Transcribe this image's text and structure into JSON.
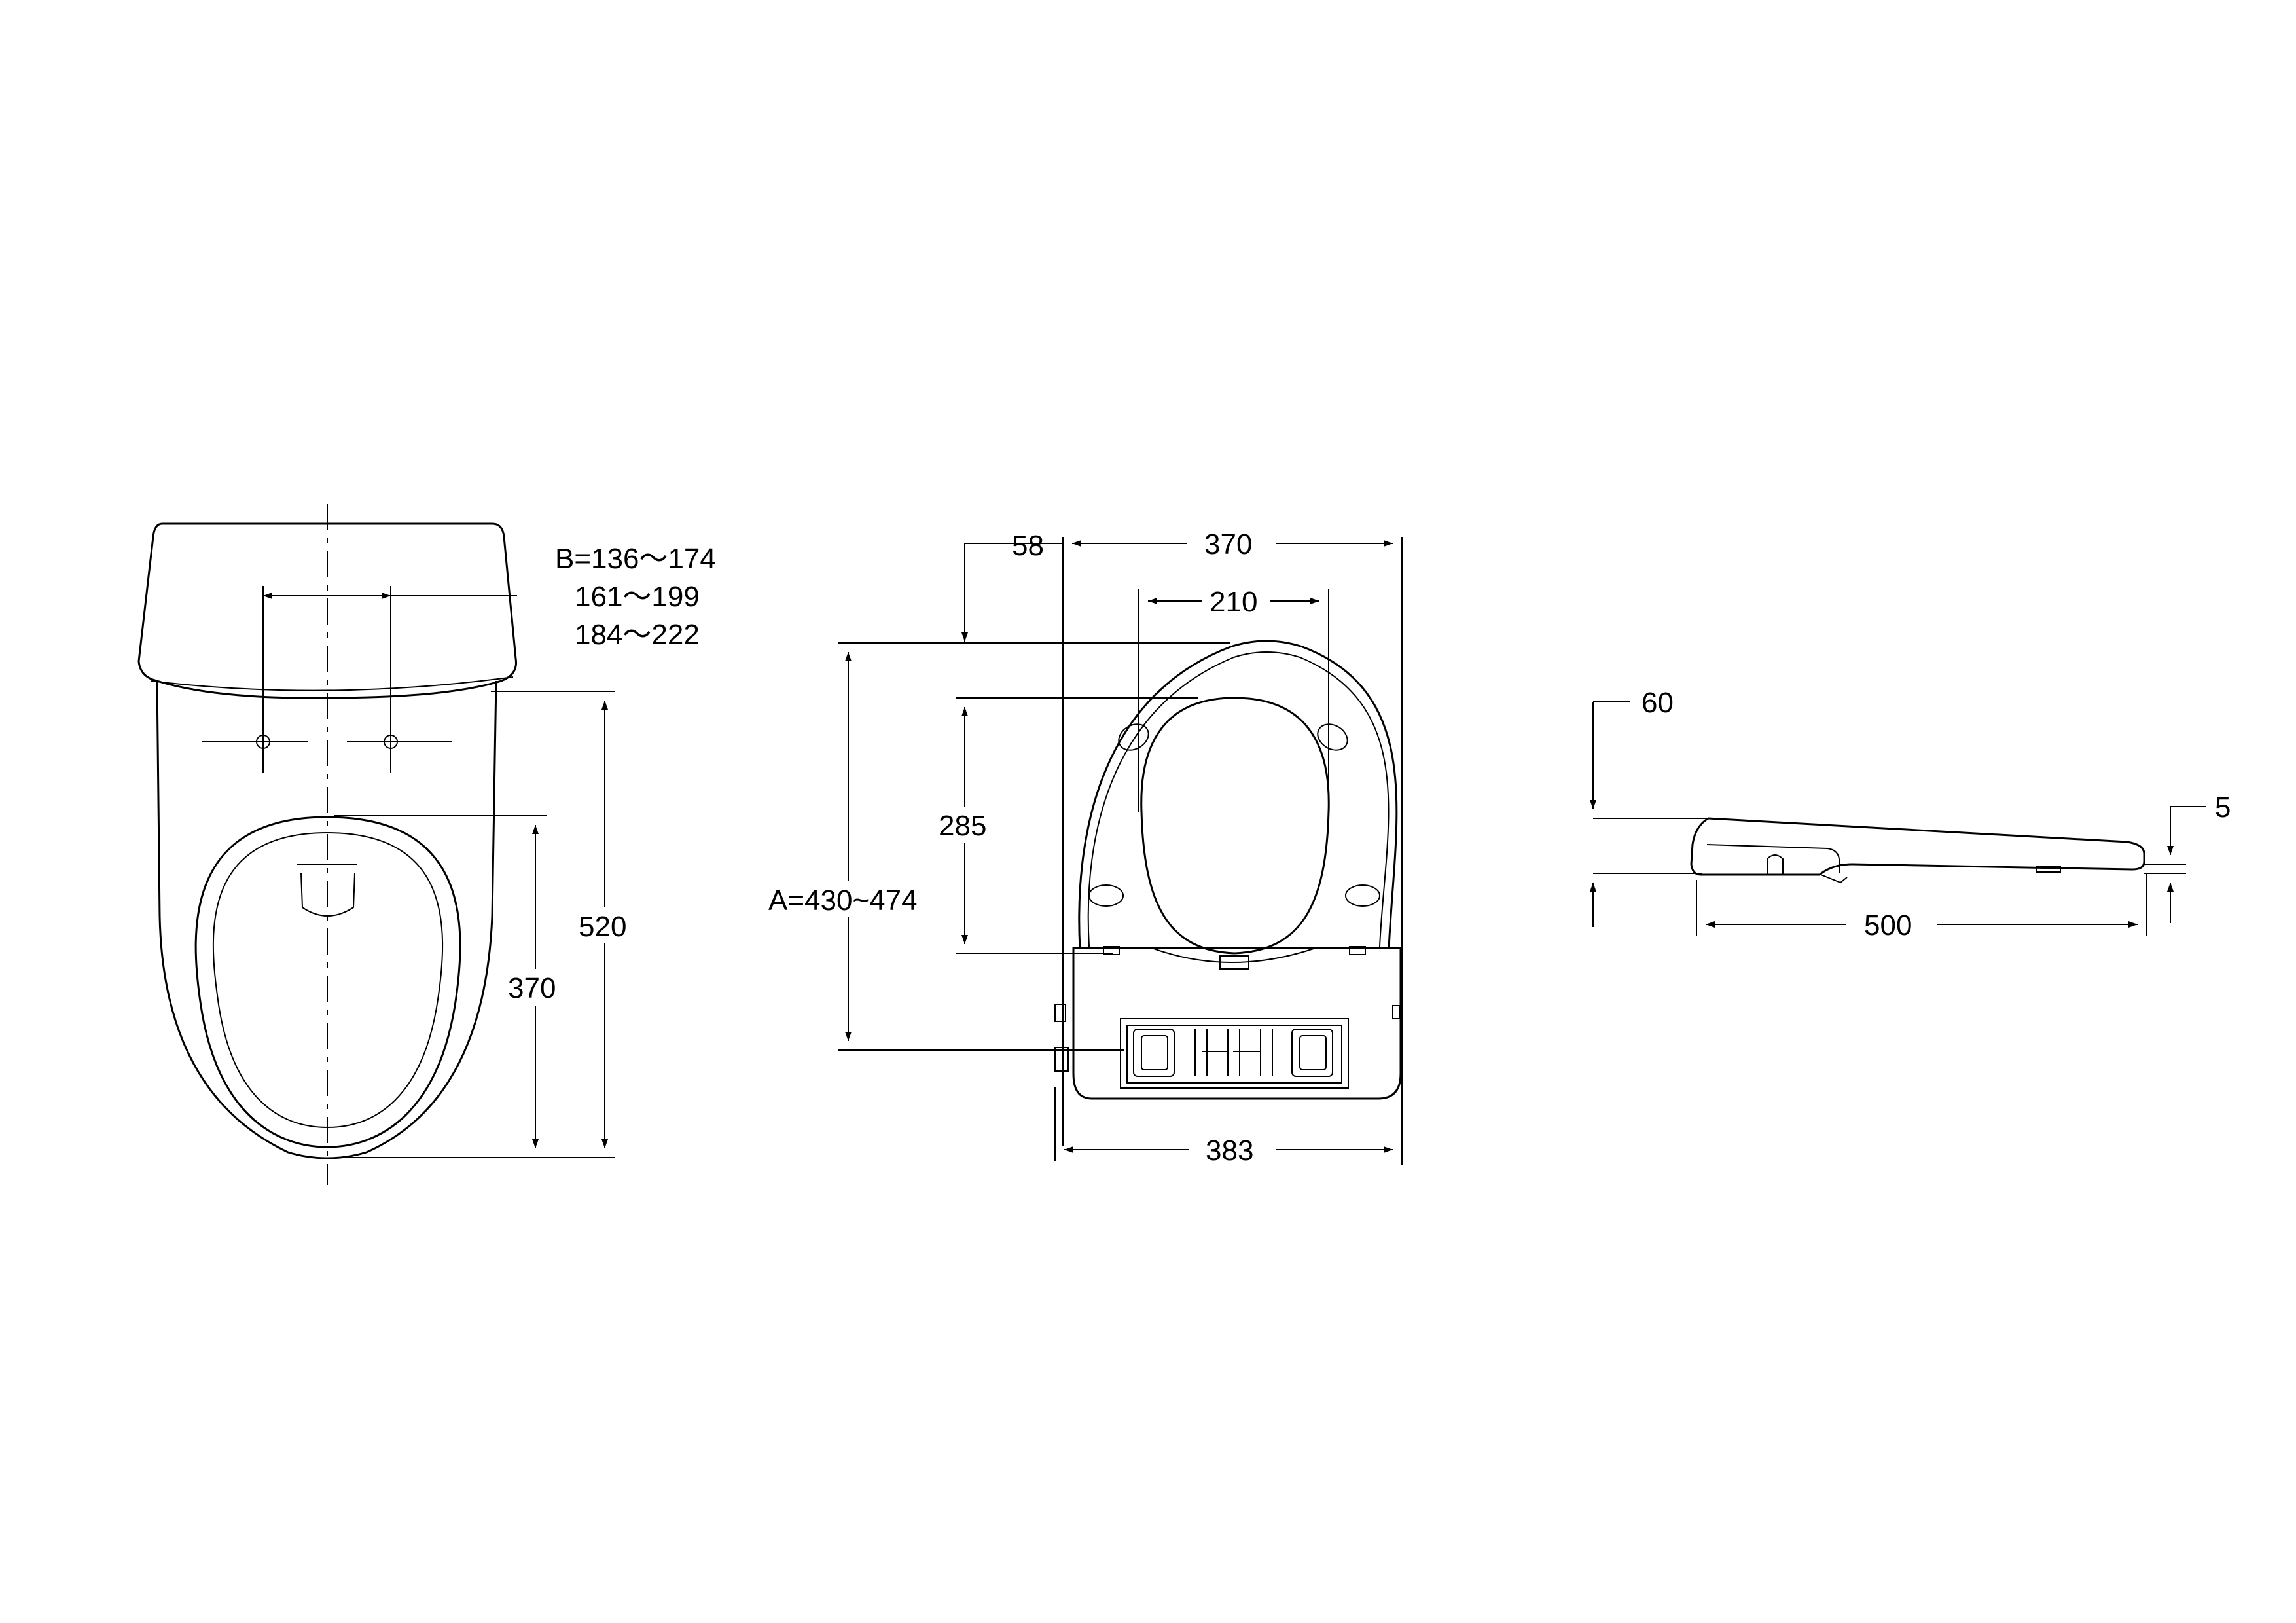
{
  "top_view": {
    "dim_b_line1": "B=136～174",
    "dim_b_line2": "161～199",
    "dim_b_line3": "184～222",
    "dim_520": "520",
    "dim_370": "370"
  },
  "seat_view": {
    "dim_58": "58",
    "dim_370": "370",
    "dim_210": "210",
    "dim_285": "285",
    "dim_a": "A=430~474",
    "dim_383": "383"
  },
  "side_view": {
    "dim_60": "60",
    "dim_5": "5",
    "dim_500": "500"
  },
  "colors": {
    "line": "#000000",
    "background": "#ffffff"
  }
}
